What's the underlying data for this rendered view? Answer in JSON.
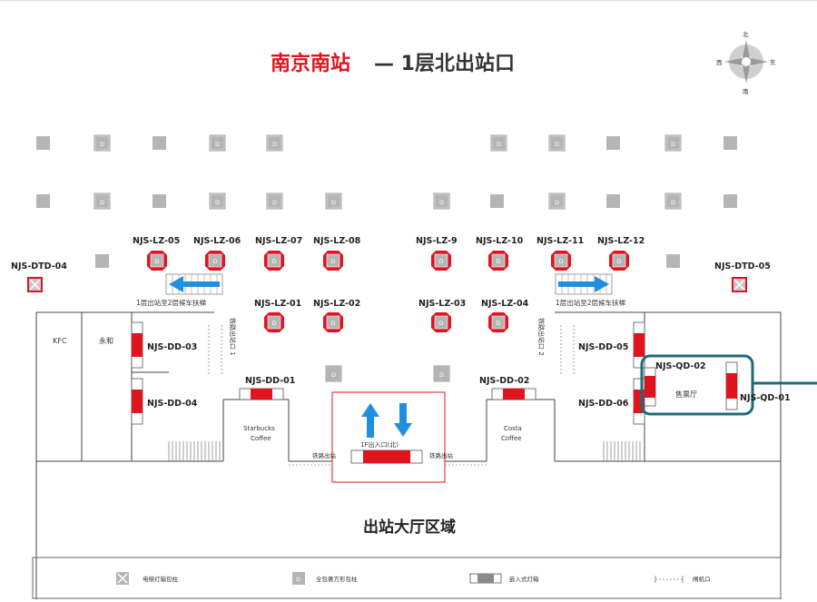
{
  "title": {
    "station": "南京南站",
    "rest": "— 1层北出站口"
  },
  "compass": {
    "north": "北",
    "south": "南",
    "east": "东",
    "west": "西"
  },
  "pillar_letter": "D",
  "lightbox_pillars": [
    "NJS-LZ-05",
    "NJS-LZ-06",
    "NJS-LZ-07",
    "NJS-LZ-08",
    "NJS-LZ-9",
    "NJS-LZ-10",
    "NJS-LZ-11",
    "NJS-LZ-12",
    "NJS-LZ-01",
    "NJS-LZ-02",
    "NJS-LZ-03",
    "NJS-LZ-04"
  ],
  "dtd": [
    "NJS-DTD-04",
    "NJS-DTD-05"
  ],
  "dd": [
    "NJS-DD-03",
    "NJS-DD-04",
    "NJS-DD-05",
    "NJS-DD-06",
    "NJS-DD-01",
    "NJS-DD-02"
  ],
  "qd": [
    "NJS-QD-02",
    "NJS-QD-01"
  ],
  "escalator_label": "1层出站至2层候车扶梯",
  "shops": {
    "kfc": "KFC",
    "yonghe": "永和",
    "starbucks": [
      "Starbucks",
      "Coffee"
    ],
    "costa": [
      "Costa",
      "Coffee"
    ],
    "ticket_hall": "售票厅"
  },
  "vertical_signs": {
    "left": "铁路出站口 1",
    "right": "铁路出站口 2"
  },
  "entrance": {
    "label": "1F出入口(北)",
    "left": "铁路出站",
    "right": "铁路出站"
  },
  "hall_label": "出站大厅区域",
  "legend": [
    "电梯灯箱包柱",
    "全包裹方形包柱",
    "嵌入式灯箱",
    "闸机口"
  ],
  "colors": {
    "red": "#e0141e",
    "teal": "#1e6b78",
    "arrow": "#1f8fe0",
    "column": "#b5b5b5"
  }
}
